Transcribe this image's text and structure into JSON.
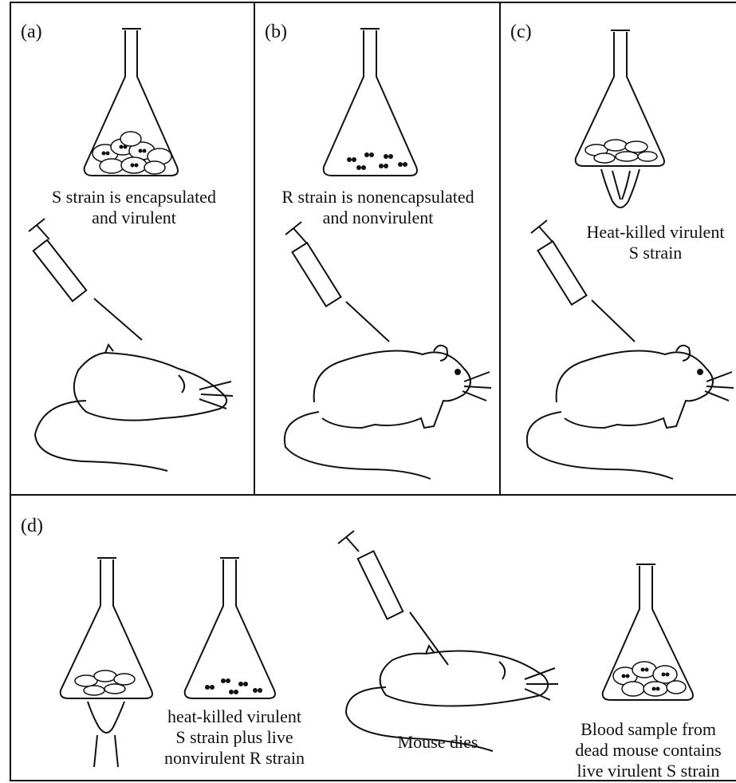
{
  "panels": {
    "a": {
      "label": "(a)",
      "caption": [
        "S strain is encapsulated",
        "and virulent"
      ]
    },
    "b": {
      "label": "(b)",
      "caption": [
        "R strain is nonencapsulated",
        "and nonvirulent"
      ]
    },
    "c": {
      "label": "(c)",
      "caption": [
        "Heat-killed virulent",
        "S strain"
      ]
    },
    "d": {
      "label": "(d)",
      "mix_caption": [
        "heat-killed virulent",
        "S strain plus live",
        "nonvirulent R strain"
      ],
      "mouse_caption": "Mouse dies",
      "blood_caption": [
        "Blood sample from",
        "dead mouse contains",
        "live virulent S strain"
      ]
    }
  }
}
